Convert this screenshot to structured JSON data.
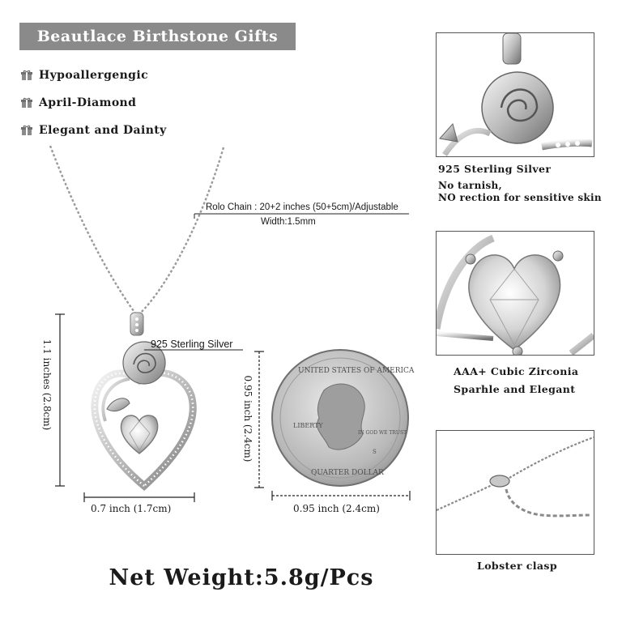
{
  "brand_banner": {
    "text": "Beautlace Birthstone Gifts"
  },
  "features": [
    {
      "icon": "gift-icon",
      "label": "Hypoallergengic"
    },
    {
      "icon": "gift-icon",
      "label": "April-Diamond"
    },
    {
      "icon": "gift-icon",
      "label": "Elegant and Dainty"
    }
  ],
  "annotations": {
    "chain_spec": "Rolo Chain : 20+2 inches (50+5cm)/Adjustable",
    "chain_width": "Width:1.5mm",
    "pendant_material": "925 Sterling Silver",
    "pendant_height": "1.1 inches (2.8cm)",
    "pendant_width": "0.7 inch (1.7cm)",
    "coin_height": "0.95 inch (2.4cm)",
    "coin_width": "0.95 inch (2.4cm)"
  },
  "coin": {
    "top_text": "UNITED STATES OF AMERICA",
    "liberty": "LIBERTY",
    "motto": "IN GOD WE TRUST",
    "bottom_text": "QUARTER DOLLAR",
    "mint_mark": "S"
  },
  "panels": [
    {
      "caption": "925 Sterling Silver",
      "sub": [
        "No tarnish,",
        "NO rection for sensitive skin"
      ]
    },
    {
      "caption": "AAA+ Cubic Zirconia",
      "sub": [
        "Sparhle and Elegant"
      ]
    },
    {
      "caption": "Lobster clasp",
      "sub": []
    }
  ],
  "net_weight": "Net Weight:5.8g/Pcs",
  "colors": {
    "banner": "#8a8a8a",
    "silver": "#c9c9c9",
    "line": "#222222"
  }
}
